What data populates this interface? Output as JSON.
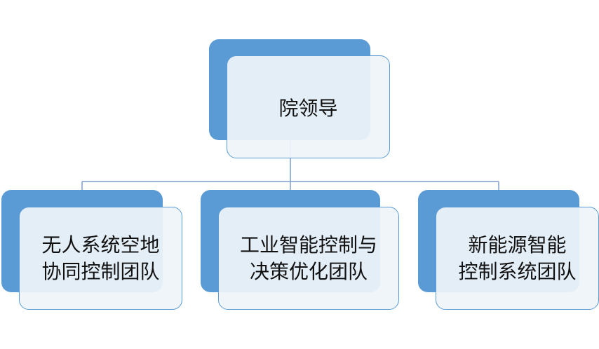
{
  "org_chart": {
    "root": {
      "label": "院领导"
    },
    "teams": [
      {
        "label_line1": "无人系统空地",
        "label_line2": "协同控制团队"
      },
      {
        "label_line1": "工业智能控制与",
        "label_line2": "决策优化团队"
      },
      {
        "label_line1": "新能源智能",
        "label_line2": "控制系统团队"
      }
    ]
  },
  "colors": {
    "accent": "#5b9bd5",
    "box_fill": "#eff4fa",
    "connector": "#7f9fc9",
    "text": "#111111"
  }
}
